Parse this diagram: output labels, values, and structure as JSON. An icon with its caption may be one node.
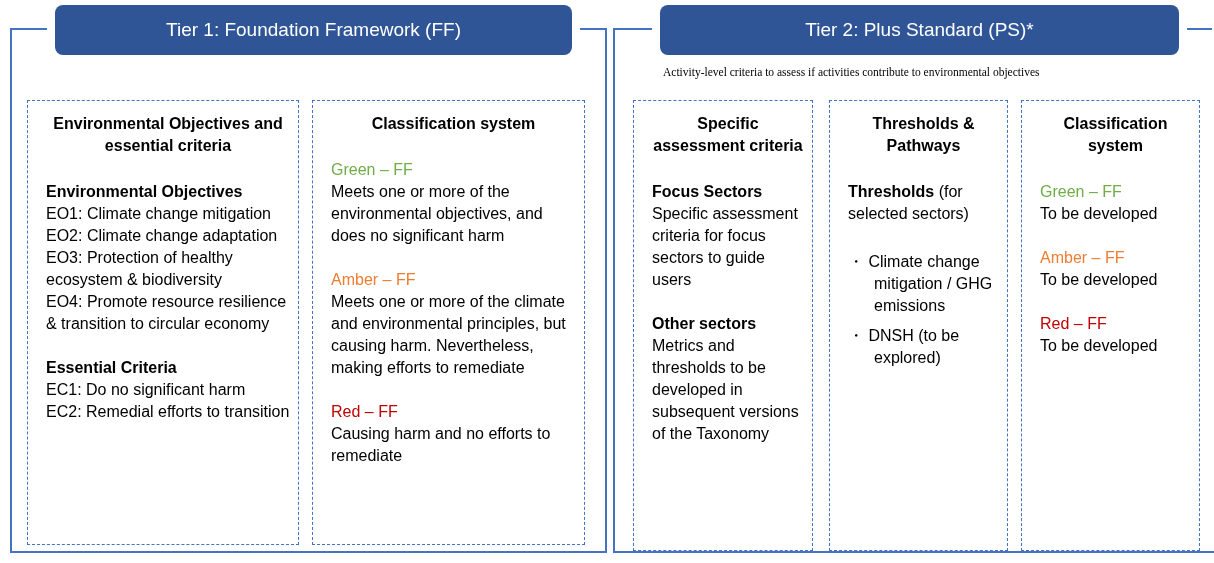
{
  "diagram": {
    "nodes": [
      {
        "text": [
          "Tier 1: Foundation Framework (FF)"
        ]
      },
      {
        "text": [
          "Environmental Objectives and essential criteria",
          "Environmental Objectives",
          "EO1: Climate change mitigation",
          "EO2: Climate change adaptation",
          "EO3: Protection of healthy ecosystem & biodiversity",
          "EO4: Promote resource resilience & transition to circular economy",
          "Essential Criteria",
          "EC1: Do no significant harm",
          "EC2: Remedial efforts to transition"
        ],
        "in": 0
      },
      {
        "text": [
          "Classification system",
          "Green – FF",
          "Meets one or more of the environmental objectives, and does no significant harm",
          "Amber – FF",
          "Meets one or more of the climate and environmental principles, but causing harm. Nevertheless, making efforts to remediate",
          "Red – FF",
          "Causing harm and no efforts to remediate"
        ],
        "in": 0
      },
      {
        "text": [
          "Tier 2: Plus Standard (PS)*",
          "Activity-level criteria to assess if activities contribute to environmental objectives"
        ]
      },
      {
        "text": [
          "Specific assessment criteria",
          "Focus Sectors",
          "Specific assessment criteria for focus sectors to guide users",
          "Other sectors",
          "Metrics and thresholds to be developed in subsequent versions of the Taxonomy"
        ],
        "in": 3
      },
      {
        "text": [
          "Thresholds & Pathways",
          "**Thresholds** (for selected sectors)",
          "・ Climate change mitigation / GHG emissions",
          "・ DNSH (to be explored)"
        ],
        "in": 3
      },
      {
        "text": [
          "Classification system",
          "Green – FF",
          "To be developed",
          "Amber – FF",
          "To be developed",
          "Red – FF",
          "To be developed"
        ],
        "in": 3
      }
    ],
    "edges": []
  }
}
